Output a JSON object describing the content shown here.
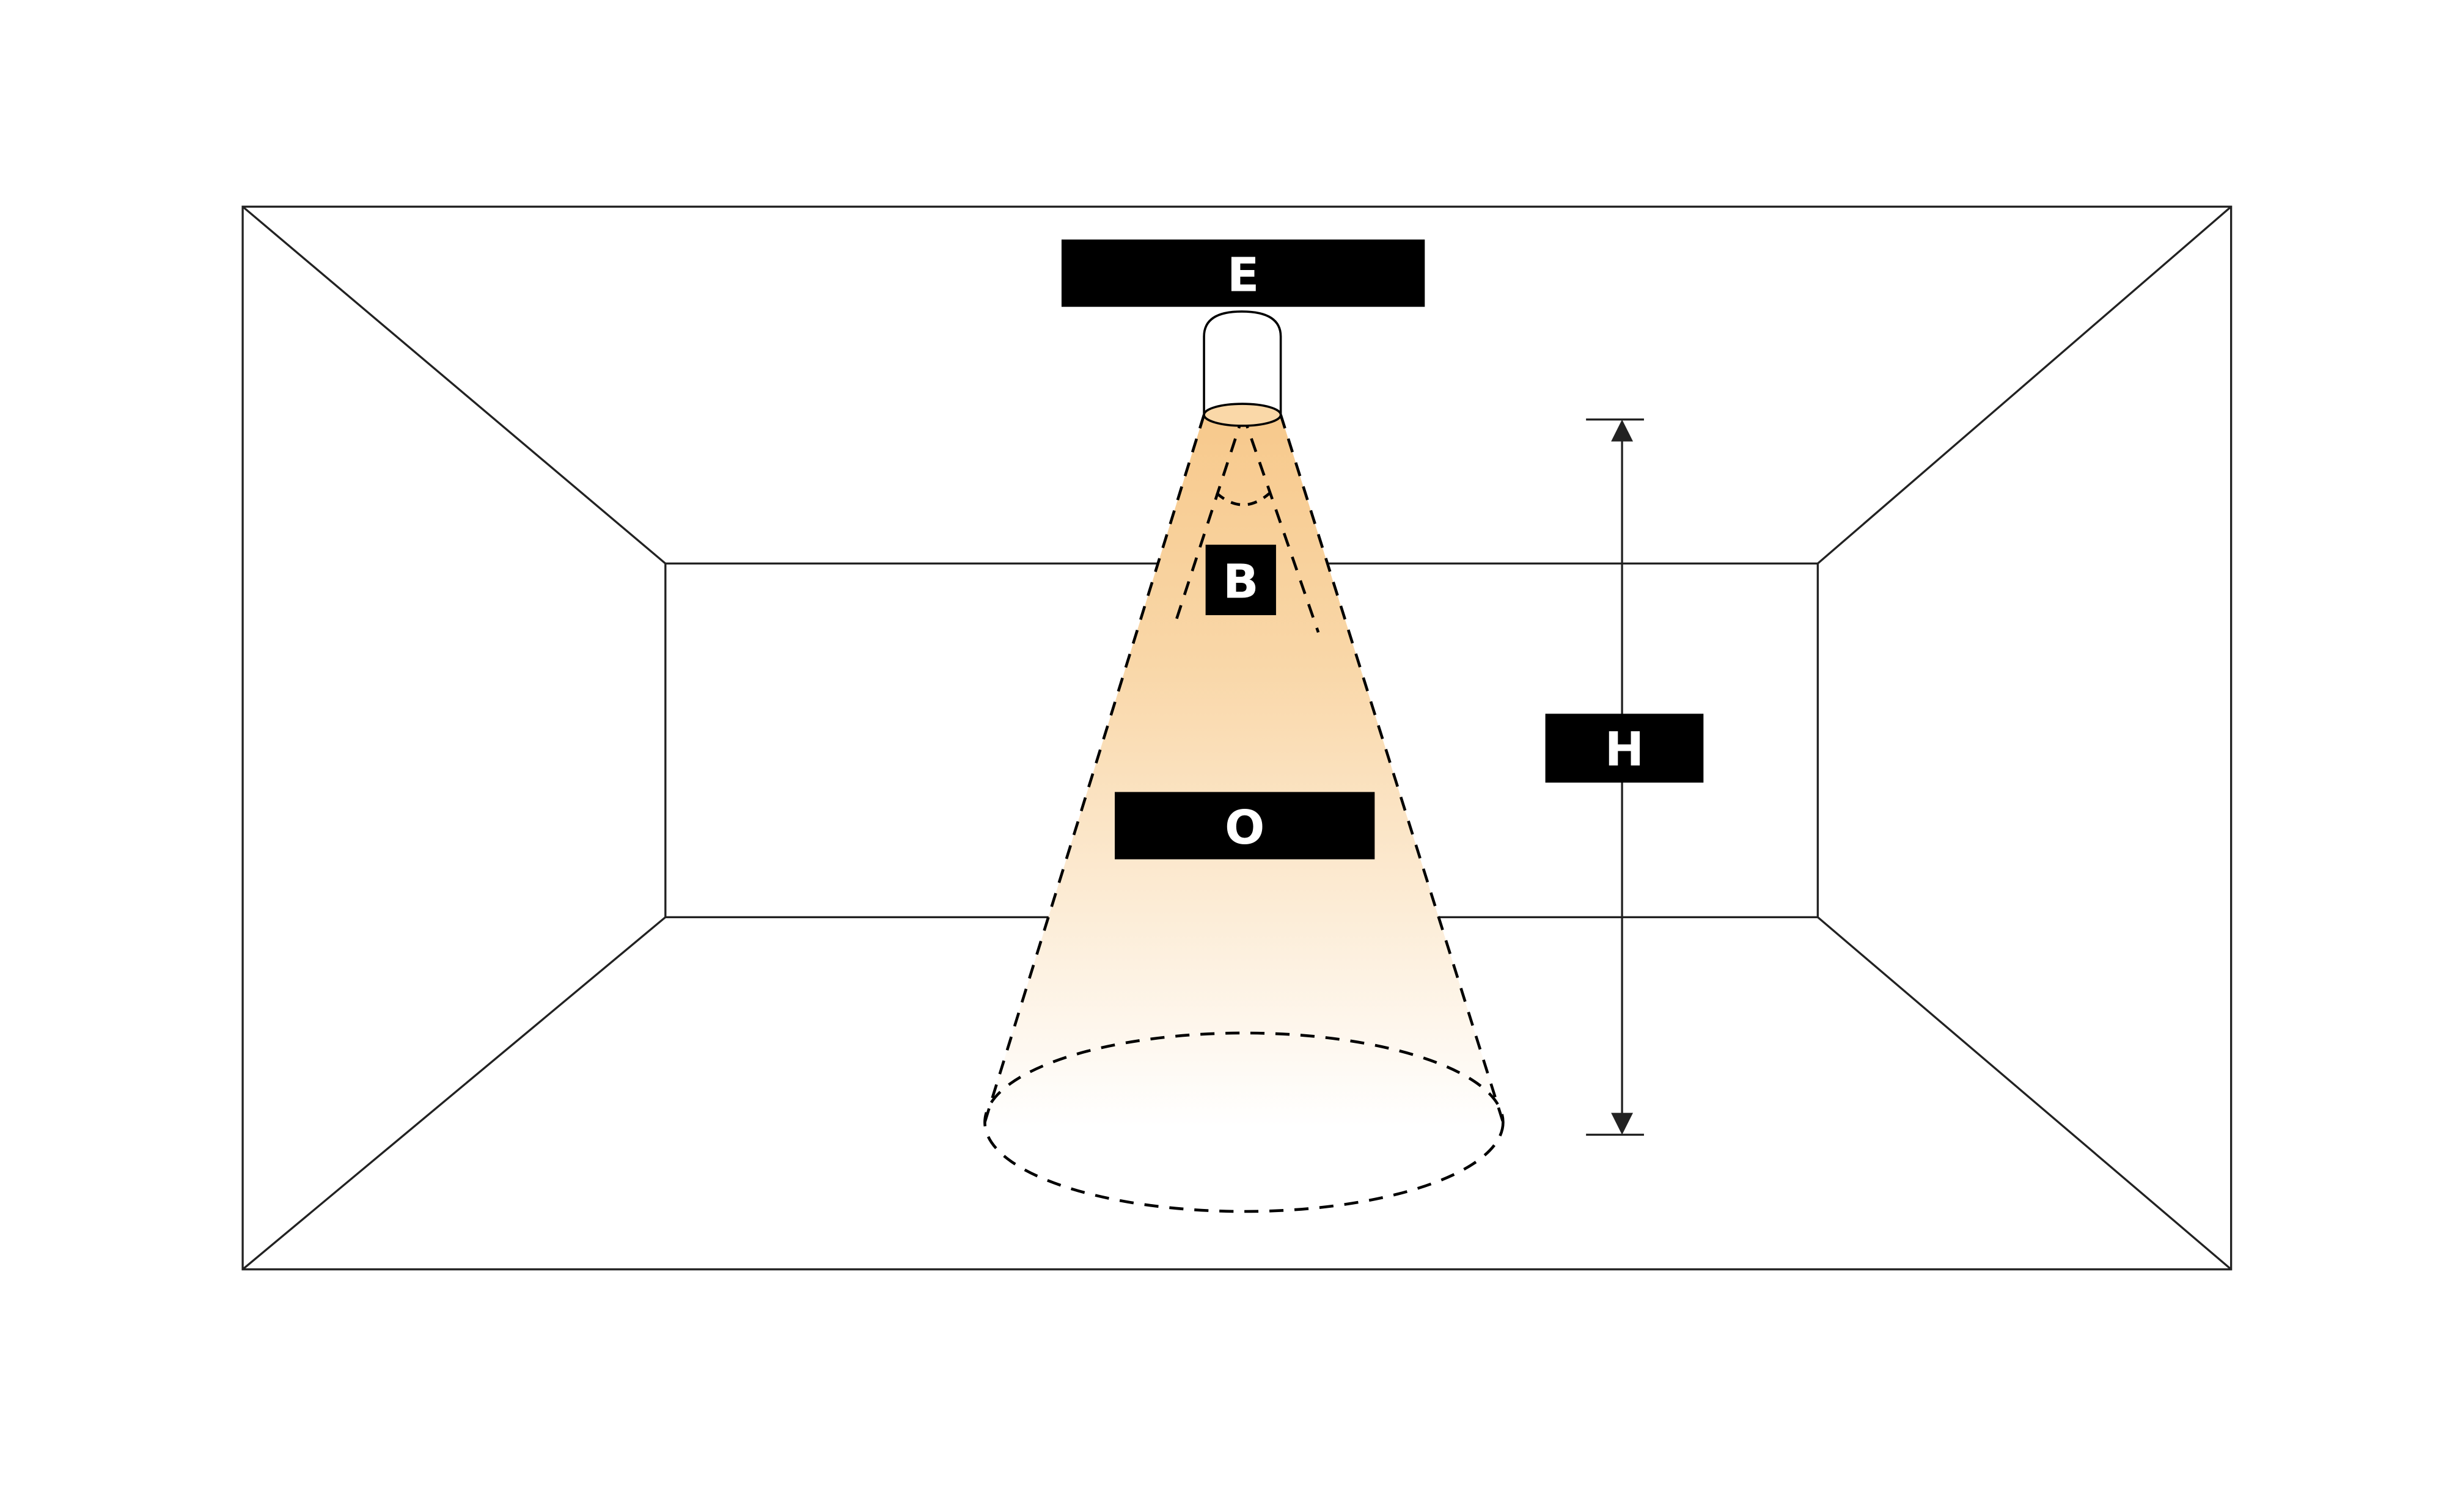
{
  "labels": {
    "E": "E",
    "B": "B",
    "H": "H",
    "O": "O"
  },
  "colors": {
    "beam_top": "#f7c98c",
    "beam_bottom": "#ffffff",
    "line": "#111111",
    "label_bg": "#000000",
    "label_text": "#ffffff"
  }
}
